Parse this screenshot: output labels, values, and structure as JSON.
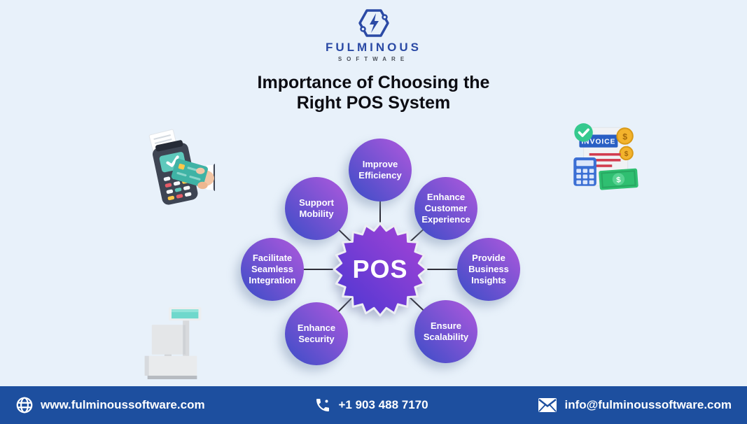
{
  "brand": {
    "name": "FULMINOUS",
    "tagline": "SOFTWARE"
  },
  "title": {
    "line1": "Importance of Choosing the",
    "line2": "Right POS System"
  },
  "diagram": {
    "center_label": "POS",
    "nodes": [
      {
        "label": "Improve Efficiency"
      },
      {
        "label": "Enhance Customer Experience"
      },
      {
        "label": "Provide Business Insights"
      },
      {
        "label": "Ensure Scalability"
      },
      {
        "label": "Enhance Security"
      },
      {
        "label": "Facilitate Seamless Integration"
      },
      {
        "label": "Support Mobility"
      }
    ]
  },
  "illustrations": {
    "invoice_label": "INVOICE",
    "currency_symbol": "$"
  },
  "footer": {
    "website": "www.fulminoussoftware.com",
    "phone": "+1 903 488 7170",
    "email": "info@fulminoussoftware.com"
  },
  "colors": {
    "background": "#e8f1fa",
    "footer_bar": "#1d4f9f",
    "node_gradient_start": "#3a4dc7",
    "node_gradient_end": "#b058dd",
    "starburst_gradient_start": "#4936d2",
    "starburst_gradient_end": "#a844d6",
    "brand_blue": "#2b4aa5",
    "title_text": "#0c0c12",
    "connector_line": "#2e2e38"
  }
}
